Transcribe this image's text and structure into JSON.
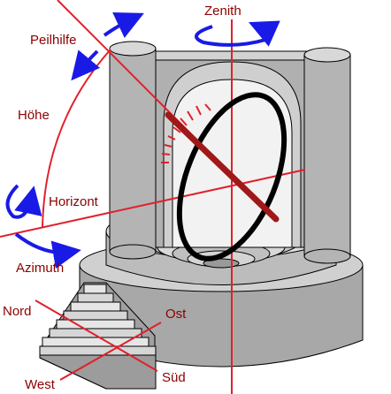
{
  "labels": {
    "zenith": "Zenith",
    "peilhilfe": "Peilhilfe",
    "hoehe": "Höhe",
    "horizont": "Horizont",
    "azimuth": "Azimuth",
    "nord": "Nord",
    "ost": "Ost",
    "west": "West",
    "sued": "Süd"
  },
  "colors": {
    "axis_red": "#e0202c",
    "label_red": "#8c0000",
    "arrow_blue": "#1a1ae6",
    "ring_black": "#000000",
    "pointer": "#a01818",
    "stone": "#bdbdbd",
    "stone_dark": "#8a8a8a",
    "stone_light": "#dcdcdc"
  }
}
